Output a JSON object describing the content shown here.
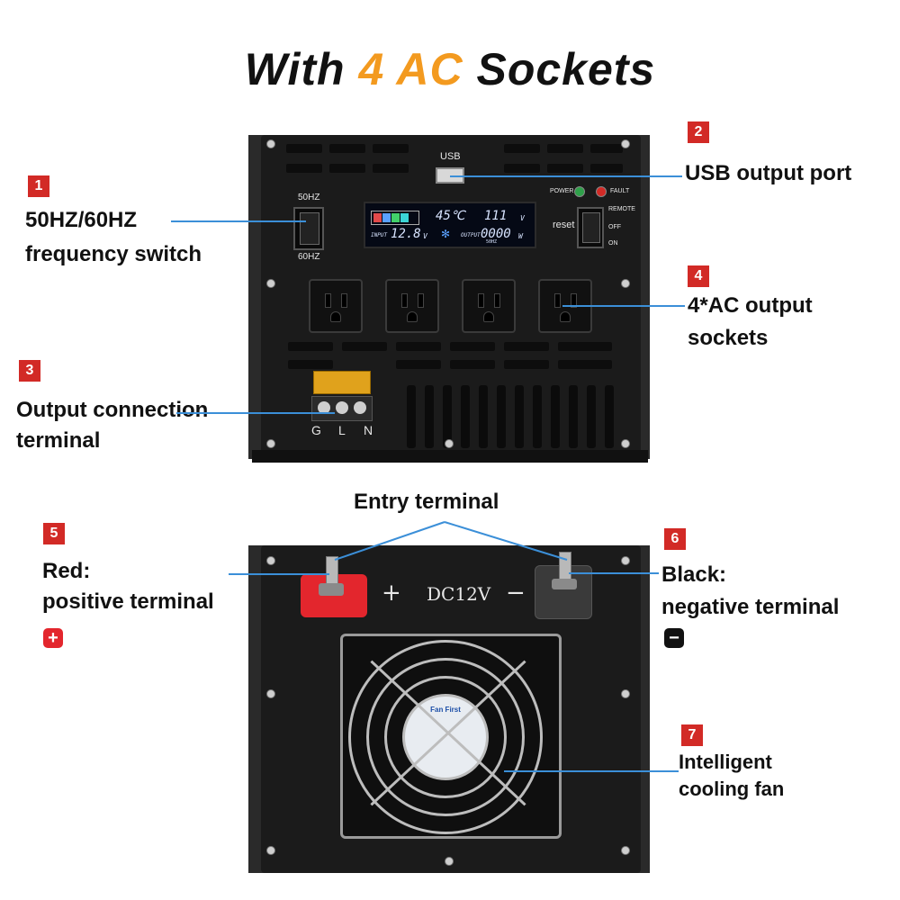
{
  "title": {
    "prefix": "With",
    "accent": "4 AC",
    "suffix": "Sockets"
  },
  "colors": {
    "accent": "#f39a1f",
    "badge": "#d22a26",
    "leader": "#3b8fd8",
    "device": "#1b1b1b"
  },
  "callouts": [
    {
      "num": "1",
      "lines": [
        "50HZ/60HZ",
        "frequency switch"
      ]
    },
    {
      "num": "2",
      "lines": [
        "USB output port"
      ]
    },
    {
      "num": "3",
      "lines": [
        "Output connection",
        "terminal"
      ]
    },
    {
      "num": "4",
      "lines": [
        "4*AC output",
        "sockets"
      ]
    },
    {
      "num": "5",
      "lines": [
        "Red:",
        "positive terminal"
      ]
    },
    {
      "num": "6",
      "lines": [
        "Black:",
        "negative terminal"
      ]
    },
    {
      "num": "7",
      "lines": [
        "Intelligent",
        "cooling fan"
      ]
    }
  ],
  "entry_label": "Entry terminal",
  "front_panel": {
    "usb": "USB",
    "hz50": "50HZ",
    "hz60": "60HZ",
    "power": "POWER",
    "fault": "FAULT",
    "reset": "reset",
    "remote": "REMOTE",
    "off": "OFF",
    "on": "ON",
    "lcd_temp": "45℃",
    "lcd_input_label": "INPUT",
    "lcd_input": "12.8",
    "lcd_input_unit": "V",
    "lcd_out_top": "111",
    "lcd_out_top_unit": "V",
    "lcd_output_label": "OUTPUT",
    "lcd_output": "0000",
    "lcd_output_unit": "W",
    "lcd_freq": "50HZ",
    "terminals": [
      "G",
      "L",
      "N"
    ]
  },
  "rear_panel": {
    "plus": "+",
    "minus": "−",
    "voltage": "DC12V",
    "fan_brand": "Fan First"
  },
  "icons": {
    "positive": "plus-icon",
    "negative": "minus-icon"
  }
}
